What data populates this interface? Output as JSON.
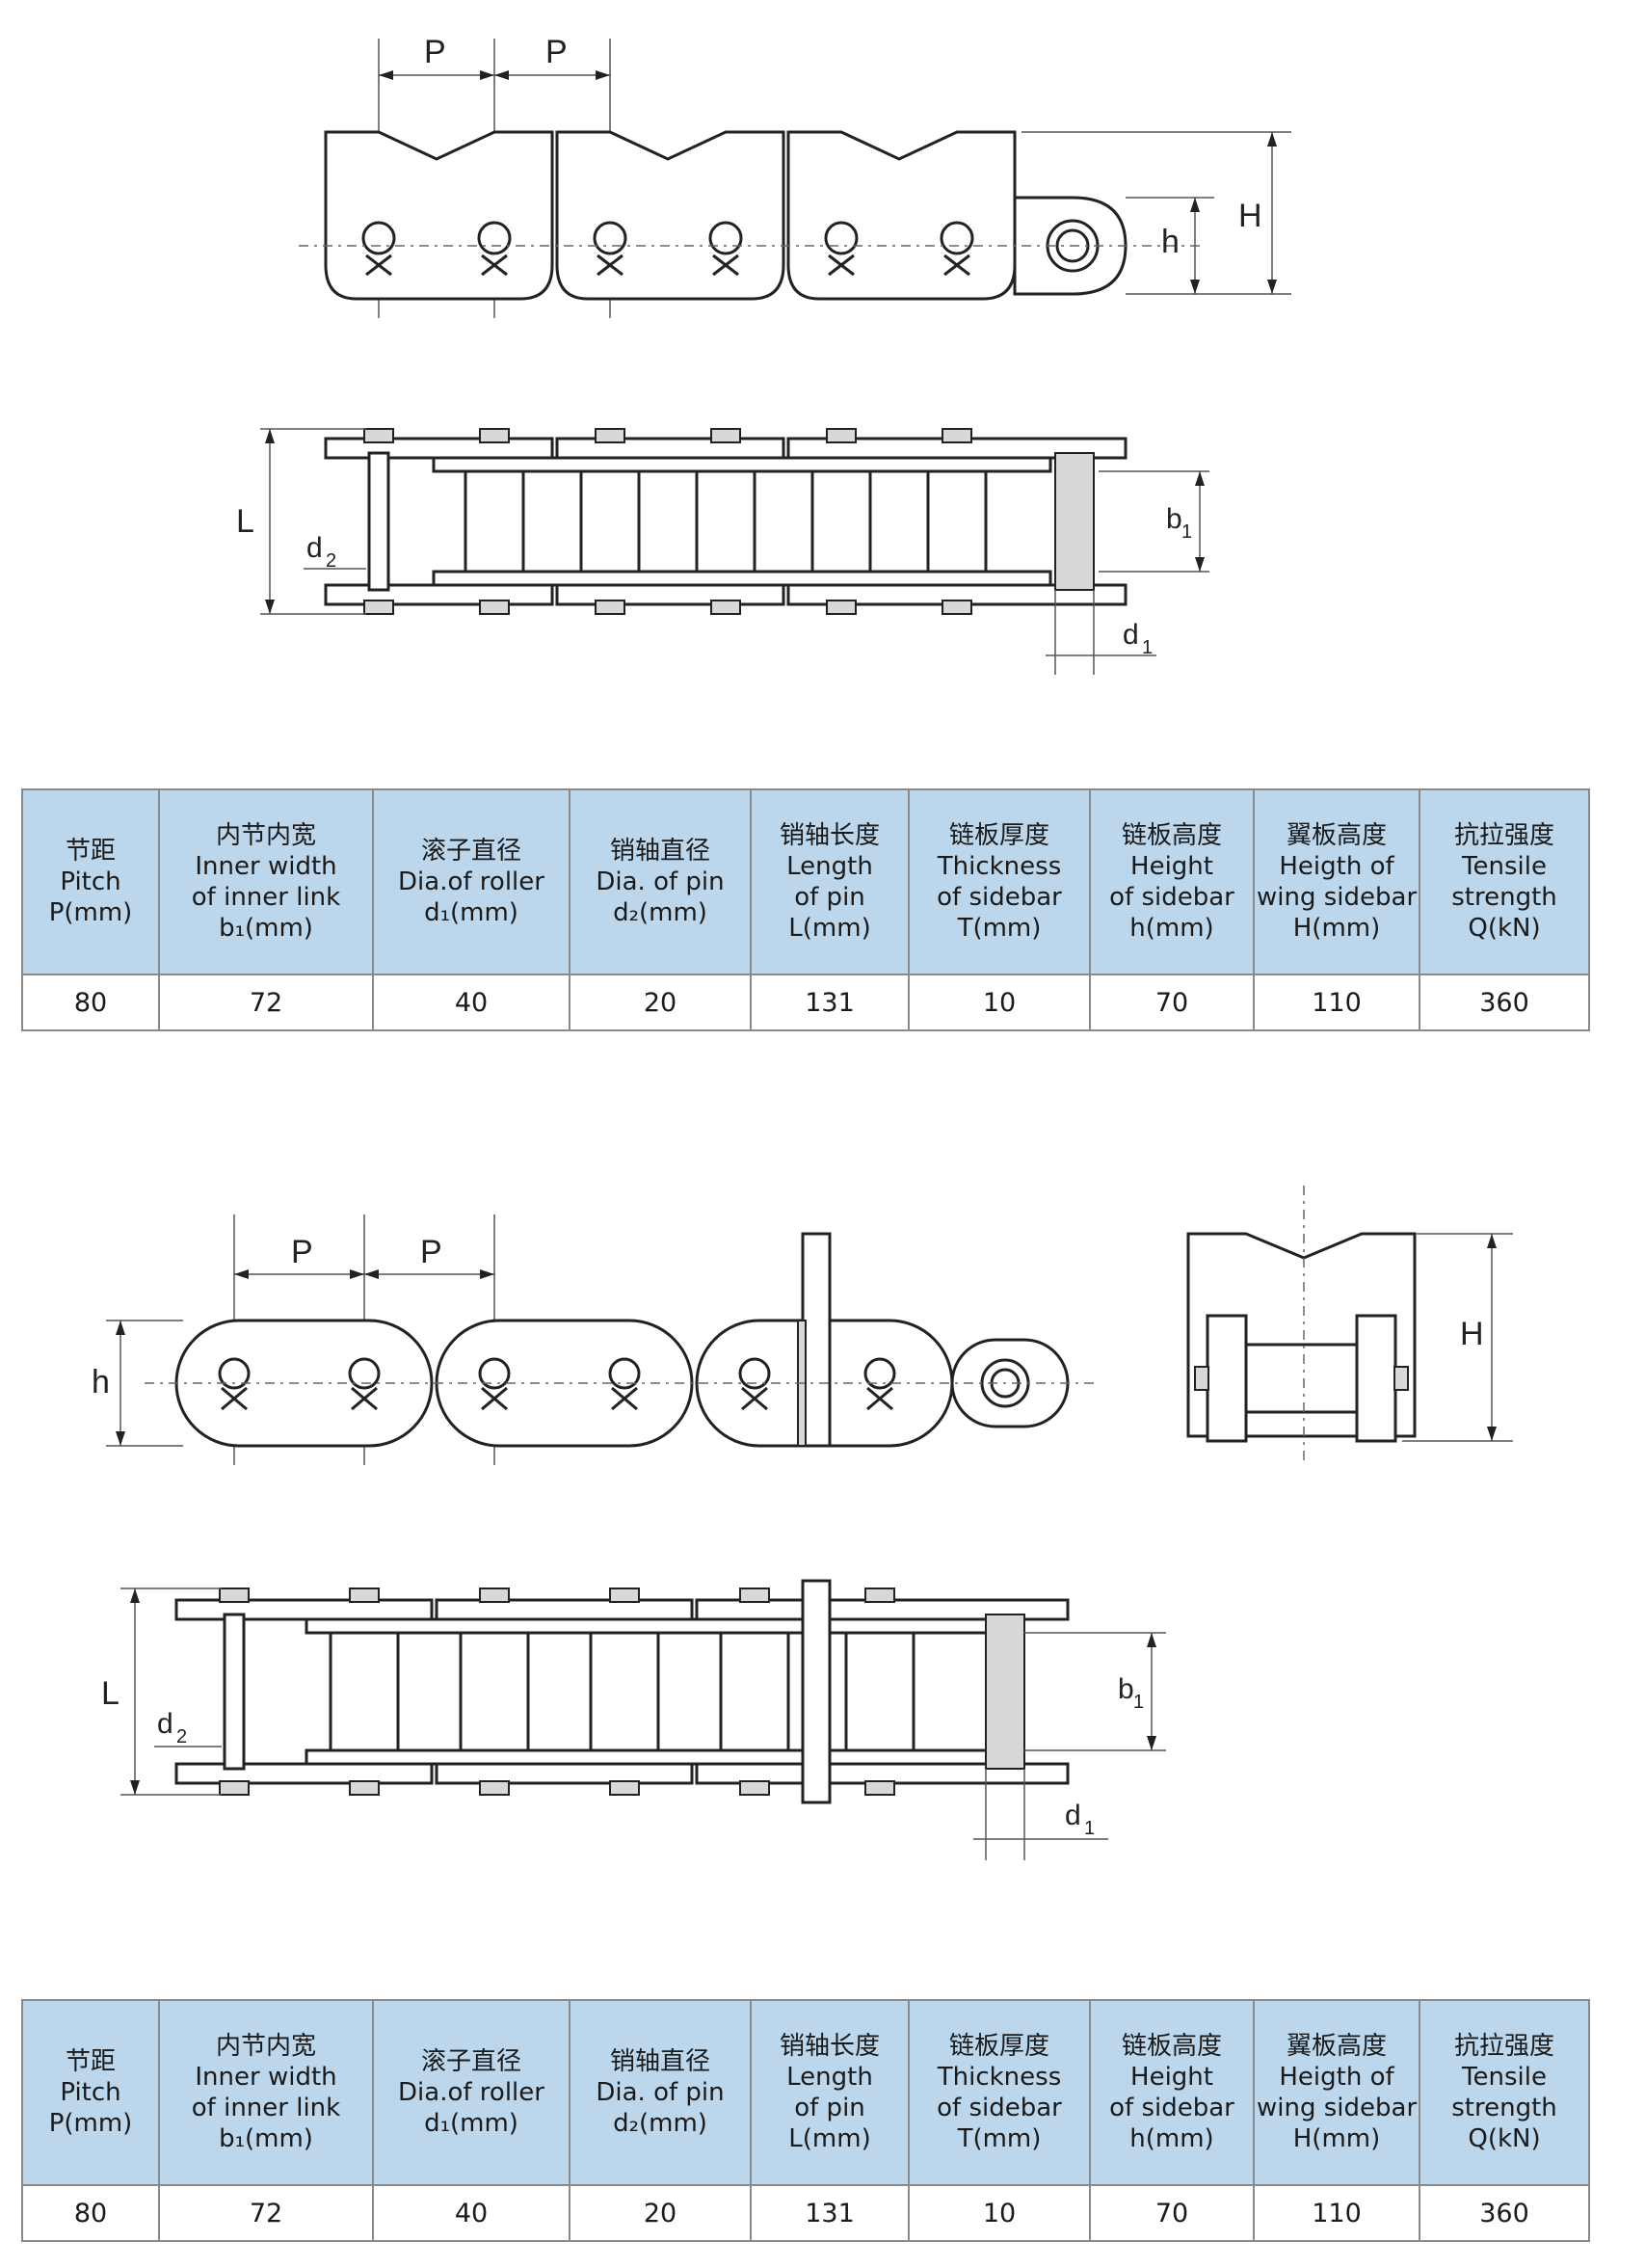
{
  "drawing1": {
    "top_view_labels": {
      "p_left": "P",
      "p_right": "P",
      "h": "h",
      "H": "H"
    },
    "bottom_view_labels": {
      "L": "L",
      "d2": "d",
      "d2_sub": "2",
      "b1": "b",
      "b1_sub": "1",
      "d1": "d",
      "d1_sub": "1"
    }
  },
  "drawing2": {
    "side_view_labels": {
      "p_left": "P",
      "p_right": "P",
      "h": "h"
    },
    "end_view_labels": {
      "H": "H"
    },
    "bottom_view_labels": {
      "L": "L",
      "d2": "d",
      "d2_sub": "2",
      "b1": "b",
      "b1_sub": "1",
      "d1": "d",
      "d1_sub": "1"
    }
  },
  "tables": [
    {
      "headers": [
        {
          "cn": "节距",
          "en": [
            "Pitch",
            "P(mm)"
          ]
        },
        {
          "cn": "内节内宽",
          "en": [
            "Inner width",
            "of inner link",
            "b₁(mm)"
          ]
        },
        {
          "cn": "滚子直径",
          "en": [
            "Dia.of roller",
            "d₁(mm)"
          ]
        },
        {
          "cn": "销轴直径",
          "en": [
            "Dia. of pin",
            "d₂(mm)"
          ]
        },
        {
          "cn": "销轴长度",
          "en": [
            "Length",
            "of pin",
            "L(mm)"
          ]
        },
        {
          "cn": "链板厚度",
          "en": [
            "Thickness",
            "of sidebar",
            "T(mm)"
          ]
        },
        {
          "cn": "链板高度",
          "en": [
            "Height",
            "of sidebar",
            "h(mm)"
          ]
        },
        {
          "cn": "翼板高度",
          "en": [
            "Heigth of",
            "wing sidebar",
            "H(mm)"
          ]
        },
        {
          "cn": "抗拉强度",
          "en": [
            "Tensile",
            "strength",
            "Q(kN)"
          ]
        }
      ],
      "row": [
        "80",
        "72",
        "40",
        "20",
        "131",
        "10",
        "70",
        "110",
        "360"
      ]
    },
    {
      "headers": [
        {
          "cn": "节距",
          "en": [
            "Pitch",
            "P(mm)"
          ]
        },
        {
          "cn": "内节内宽",
          "en": [
            "Inner width",
            "of inner link",
            "b₁(mm)"
          ]
        },
        {
          "cn": "滚子直径",
          "en": [
            "Dia.of roller",
            "d₁(mm)"
          ]
        },
        {
          "cn": "销轴直径",
          "en": [
            "Dia. of pin",
            "d₂(mm)"
          ]
        },
        {
          "cn": "销轴长度",
          "en": [
            "Length",
            "of pin",
            "L(mm)"
          ]
        },
        {
          "cn": "链板厚度",
          "en": [
            "Thickness",
            "of sidebar",
            "T(mm)"
          ]
        },
        {
          "cn": "链板高度",
          "en": [
            "Height",
            "of sidebar",
            "h(mm)"
          ]
        },
        {
          "cn": "翼板高度",
          "en": [
            "Heigth of",
            "wing sidebar",
            "H(mm)"
          ]
        },
        {
          "cn": "抗拉强度",
          "en": [
            "Tensile",
            "strength",
            "Q(kN)"
          ]
        }
      ],
      "row": [
        "80",
        "72",
        "40",
        "20",
        "131",
        "10",
        "70",
        "110",
        "360"
      ]
    }
  ]
}
